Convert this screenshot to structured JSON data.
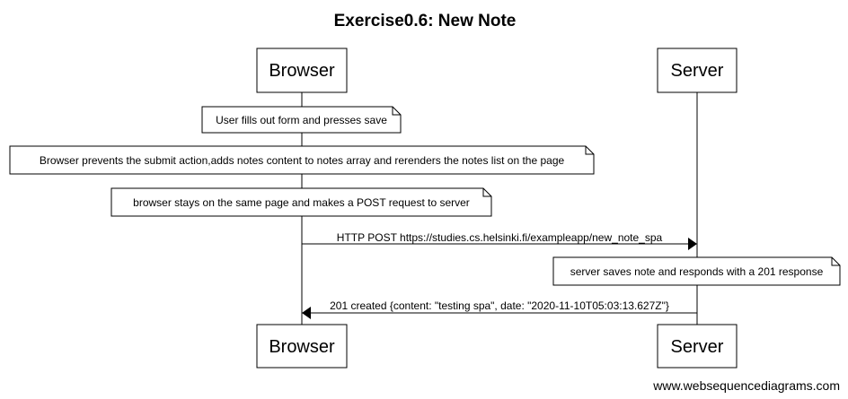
{
  "diagram": {
    "title": "Exercise0.6: New Note",
    "participants": [
      {
        "id": "browser",
        "label": "Browser"
      },
      {
        "id": "server",
        "label": "Server"
      }
    ],
    "events": [
      {
        "kind": "note",
        "text": "User fills out form and presses save"
      },
      {
        "kind": "note",
        "text": "Browser prevents the submit action,adds notes content to notes array and rerenders the notes list on the page"
      },
      {
        "kind": "note",
        "text": "browser stays on the same page and makes a POST request to server"
      },
      {
        "kind": "message",
        "from": "browser",
        "to": "server",
        "text": "HTTP POST https://studies.cs.helsinki.fi/exampleapp/new_note_spa"
      },
      {
        "kind": "note",
        "text": "server saves note and responds with a 201 response"
      },
      {
        "kind": "message",
        "from": "server",
        "to": "browser",
        "text": "201 created {content: \"testing spa\", date: \"2020-11-10T05:03:13.627Z\"}"
      }
    ]
  },
  "footer": {
    "watermark": "www.websequencediagrams.com"
  }
}
